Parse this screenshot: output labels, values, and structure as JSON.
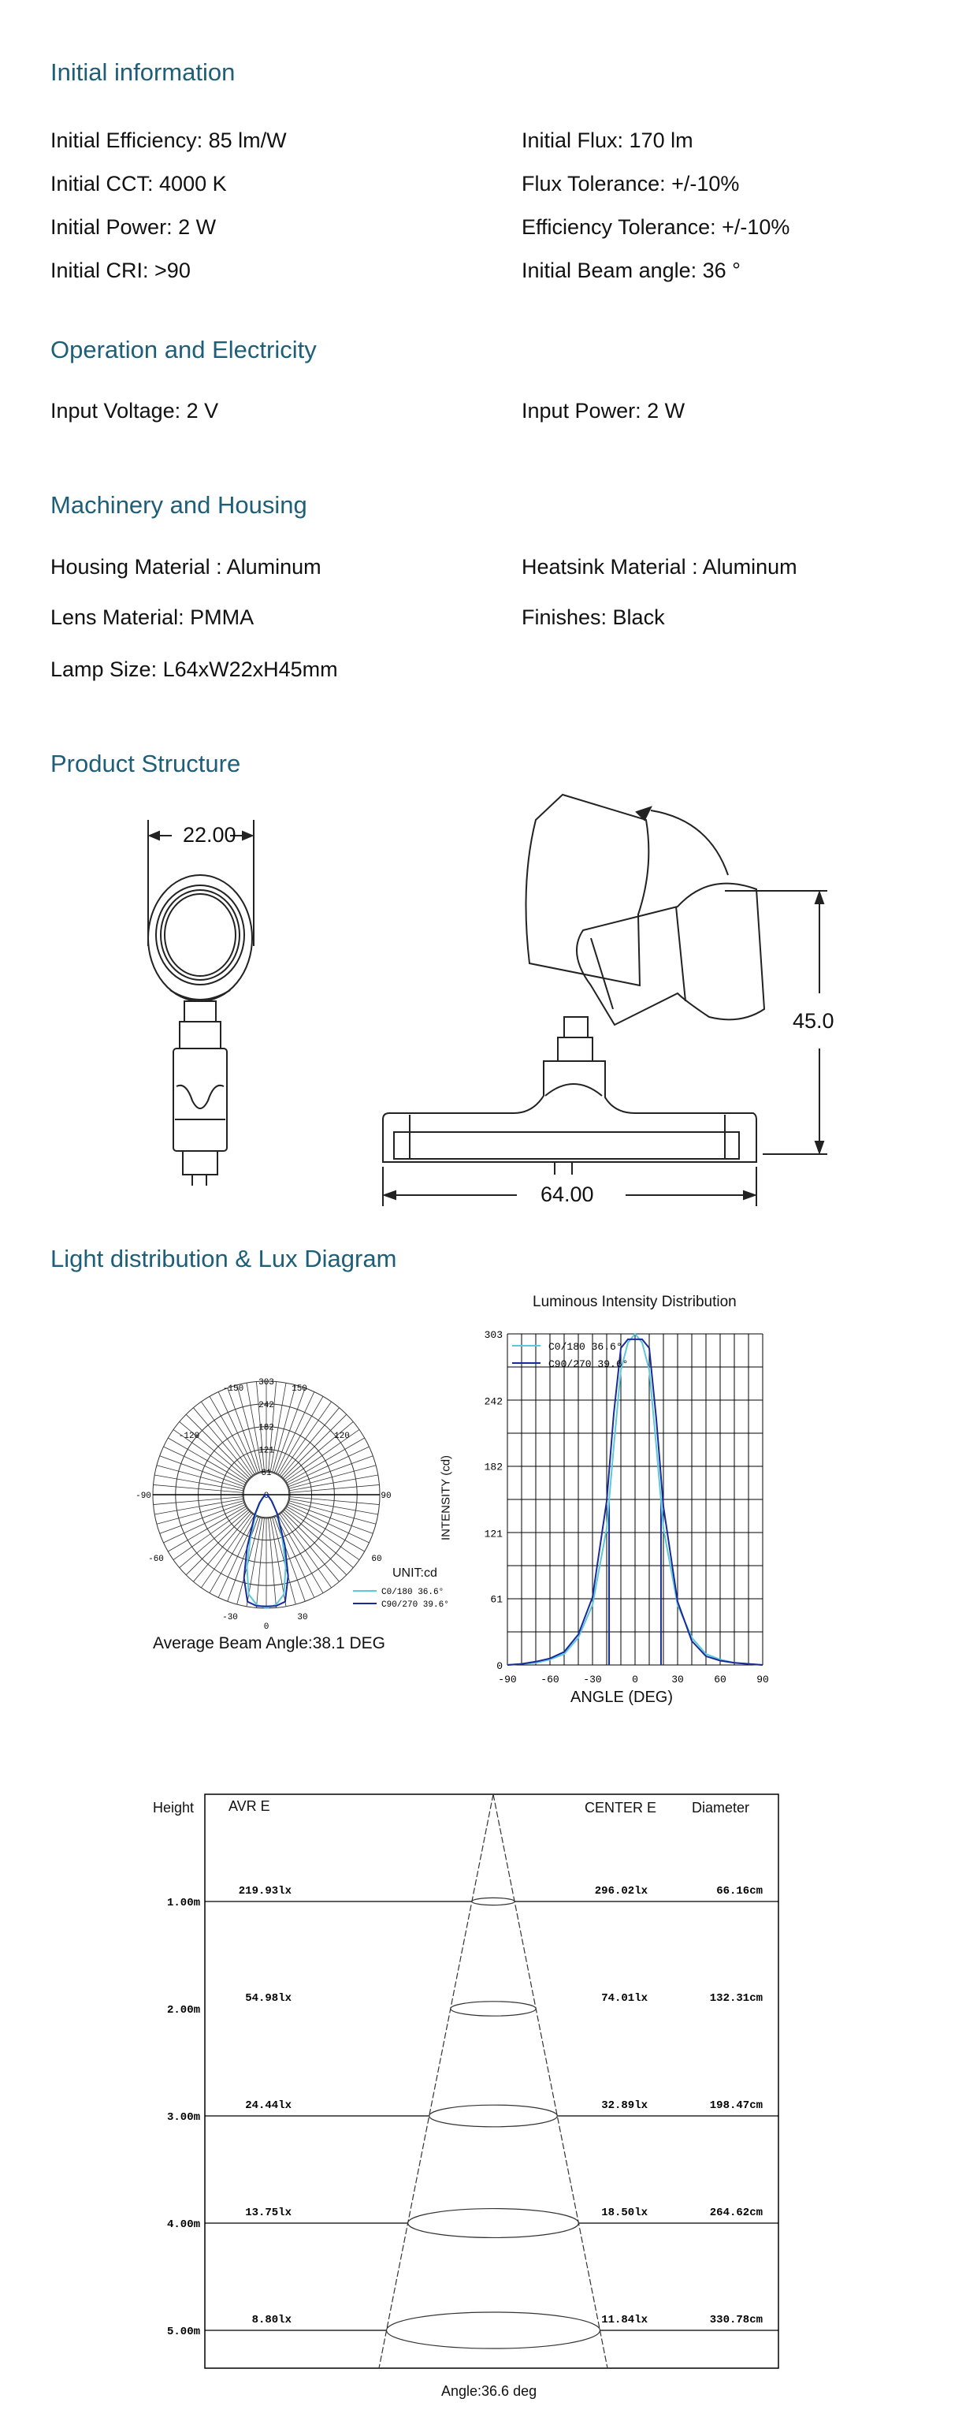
{
  "sections": {
    "initial": {
      "title": "Initial information",
      "left": [
        "Initial  Efficiency: 85 lm/W",
        "Initial  CCT: 4000 K",
        "Initial  Power: 2 W",
        "Initial  CRI: >90"
      ],
      "right": [
        "Initial  Flux: 170 lm",
        "Flux Tolerance: +/-10%",
        "Efficiency Tolerance: +/-10%",
        "Initial Beam angle: 36 °"
      ]
    },
    "operation": {
      "title": "Operation and Electricity",
      "left": [
        "Input Voltage: 2 V"
      ],
      "right": [
        "Input Power: 2 W"
      ]
    },
    "machinery": {
      "title": "Machinery and Housing",
      "left": [
        "Housing Material : Aluminum",
        "Lens Material: PMMA",
        "Lamp Size: L64xW22xH45mm"
      ],
      "right": [
        "Heatsink Material : Aluminum",
        "Finishes: Black"
      ]
    },
    "structure": {
      "title": "Product Structure",
      "dim_width": "22.00",
      "dim_length": "64.00",
      "dim_height": "45.0"
    },
    "light": {
      "title": "Light distribution & Lux Diagram"
    }
  },
  "colors": {
    "heading": "#1d5e78",
    "c0": "#5bc8dc",
    "c90": "#1a2a9a"
  },
  "chart_data": [
    {
      "type": "polar",
      "unit_label": "UNIT:cd",
      "radial_ticks": [
        "0",
        "61",
        "121",
        "182",
        "242",
        "303"
      ],
      "angle_labels": [
        "-150",
        "150",
        "-120",
        "120",
        "-90",
        "90",
        "-60",
        "60",
        "-30",
        "30",
        "0"
      ],
      "rmax": 303,
      "caption": "Average Beam Angle:38.1 DEG",
      "series": [
        {
          "name": "C0/180 36.6°",
          "color": "#5bc8dc"
        },
        {
          "name": "C90/270 39.6°",
          "color": "#1a2a9a"
        }
      ]
    },
    {
      "type": "line",
      "title": "Luminous Intensity Distribution",
      "xlabel": "ANGLE (DEG)",
      "ylabel": "INTENSITY (cd)",
      "xlim": [
        -90,
        90
      ],
      "ylim": [
        0,
        303
      ],
      "xticks": [
        "-90",
        "-60",
        "-30",
        "0",
        "30",
        "60",
        "90"
      ],
      "yticks": [
        "0",
        "61",
        "121",
        "182",
        "242",
        "303"
      ],
      "x": [
        -90,
        -80,
        -70,
        -60,
        -50,
        -40,
        -30,
        -20,
        -15,
        -10,
        -5,
        0,
        5,
        10,
        15,
        20,
        30,
        40,
        50,
        60,
        70,
        80,
        90
      ],
      "series": [
        {
          "name": "C0/180 36.6°",
          "color": "#5bc8dc",
          "values": [
            0,
            1,
            2,
            5,
            10,
            25,
            55,
            125,
            200,
            270,
            295,
            303,
            295,
            270,
            200,
            125,
            55,
            25,
            10,
            5,
            2,
            1,
            0
          ]
        },
        {
          "name": "C90/270 39.6°",
          "color": "#1a2a9a",
          "values": [
            0,
            1,
            3,
            6,
            12,
            28,
            62,
            150,
            230,
            290,
            298,
            298,
            298,
            290,
            225,
            145,
            58,
            22,
            8,
            4,
            2,
            1,
            0
          ]
        }
      ],
      "beam_edges": [
        -18.3,
        18.3
      ]
    },
    {
      "type": "table",
      "headers": [
        "Height",
        "AVR E",
        "CENTER E",
        "Diameter"
      ],
      "rows": [
        {
          "height": "1.00m",
          "avr": "219.93lx",
          "center": "296.02lx",
          "diameter": "66.16cm"
        },
        {
          "height": "2.00m",
          "avr": "54.98lx",
          "center": "74.01lx",
          "diameter": "132.31cm"
        },
        {
          "height": "3.00m",
          "avr": "24.44lx",
          "center": "32.89lx",
          "diameter": "198.47cm"
        },
        {
          "height": "4.00m",
          "avr": "13.75lx",
          "center": "18.50lx",
          "diameter": "264.62cm"
        },
        {
          "height": "5.00m",
          "avr": "8.80lx",
          "center": "11.84lx",
          "diameter": "330.78cm"
        }
      ],
      "caption": "Angle:36.6 deg"
    }
  ]
}
